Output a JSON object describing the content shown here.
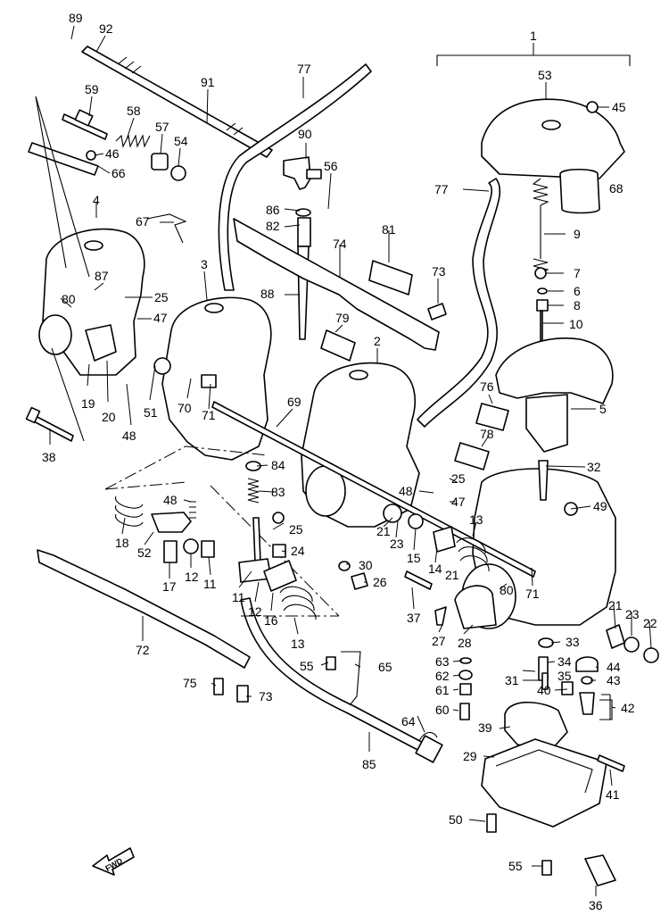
{
  "callouts": [
    {
      "id": "c89",
      "text": "89"
    },
    {
      "id": "c92",
      "text": "92"
    },
    {
      "id": "c77a",
      "text": "77"
    },
    {
      "id": "c91",
      "text": "91"
    },
    {
      "id": "c1",
      "text": "1"
    },
    {
      "id": "c53",
      "text": "53"
    },
    {
      "id": "c45a",
      "text": "45"
    },
    {
      "id": "c59",
      "text": "59"
    },
    {
      "id": "c58",
      "text": "58"
    },
    {
      "id": "c57",
      "text": "57"
    },
    {
      "id": "c54",
      "text": "54"
    },
    {
      "id": "c90",
      "text": "90"
    },
    {
      "id": "c46",
      "text": "46"
    },
    {
      "id": "c66",
      "text": "66"
    },
    {
      "id": "c56",
      "text": "56"
    },
    {
      "id": "c68",
      "text": "68"
    },
    {
      "id": "c4",
      "text": "4"
    },
    {
      "id": "c67",
      "text": "67"
    },
    {
      "id": "c86",
      "text": "86"
    },
    {
      "id": "c77b",
      "text": "77"
    },
    {
      "id": "c9",
      "text": "9"
    },
    {
      "id": "c82",
      "text": "82"
    },
    {
      "id": "c81",
      "text": "81"
    },
    {
      "id": "c74",
      "text": "74"
    },
    {
      "id": "c3",
      "text": "3"
    },
    {
      "id": "c87",
      "text": "87"
    },
    {
      "id": "c73a",
      "text": "73"
    },
    {
      "id": "c7",
      "text": "7"
    },
    {
      "id": "c25a",
      "text": "25"
    },
    {
      "id": "c80a",
      "text": "80"
    },
    {
      "id": "c88",
      "text": "88"
    },
    {
      "id": "c6",
      "text": "6"
    },
    {
      "id": "c47a",
      "text": "47"
    },
    {
      "id": "c8",
      "text": "8"
    },
    {
      "id": "c79",
      "text": "79"
    },
    {
      "id": "c10",
      "text": "10"
    },
    {
      "id": "c2",
      "text": "2"
    },
    {
      "id": "c19",
      "text": "19"
    },
    {
      "id": "c20",
      "text": "20"
    },
    {
      "id": "c51",
      "text": "51"
    },
    {
      "id": "c70",
      "text": "70"
    },
    {
      "id": "c71a",
      "text": "71"
    },
    {
      "id": "c76",
      "text": "76"
    },
    {
      "id": "c5",
      "text": "5"
    },
    {
      "id": "c48a",
      "text": "48"
    },
    {
      "id": "c69",
      "text": "69"
    },
    {
      "id": "c78",
      "text": "78"
    },
    {
      "id": "c38",
      "text": "38"
    },
    {
      "id": "c84",
      "text": "84"
    },
    {
      "id": "c32",
      "text": "32"
    },
    {
      "id": "c25b",
      "text": "25"
    },
    {
      "id": "c48b",
      "text": "48"
    },
    {
      "id": "c83",
      "text": "83"
    },
    {
      "id": "c48c",
      "text": "48"
    },
    {
      "id": "c47b",
      "text": "47"
    },
    {
      "id": "c49",
      "text": "49"
    },
    {
      "id": "c18",
      "text": "18"
    },
    {
      "id": "c52",
      "text": "52"
    },
    {
      "id": "c25c",
      "text": "25"
    },
    {
      "id": "c13a",
      "text": "13"
    },
    {
      "id": "c21a",
      "text": "21"
    },
    {
      "id": "c23a",
      "text": "23"
    },
    {
      "id": "c24",
      "text": "24"
    },
    {
      "id": "c15",
      "text": "15"
    },
    {
      "id": "c14",
      "text": "14"
    },
    {
      "id": "c21b",
      "text": "21"
    },
    {
      "id": "c30",
      "text": "30"
    },
    {
      "id": "c17",
      "text": "17"
    },
    {
      "id": "c12a",
      "text": "12"
    },
    {
      "id": "c11a",
      "text": "11"
    },
    {
      "id": "c26",
      "text": "26"
    },
    {
      "id": "c80b",
      "text": "80"
    },
    {
      "id": "c71b",
      "text": "71"
    },
    {
      "id": "c11b",
      "text": "11"
    },
    {
      "id": "c12b",
      "text": "12"
    },
    {
      "id": "c16",
      "text": "16"
    },
    {
      "id": "c37",
      "text": "37"
    },
    {
      "id": "c21c",
      "text": "21"
    },
    {
      "id": "c23b",
      "text": "23"
    },
    {
      "id": "c22",
      "text": "22"
    },
    {
      "id": "c72",
      "text": "72"
    },
    {
      "id": "c13b",
      "text": "13"
    },
    {
      "id": "c27",
      "text": "27"
    },
    {
      "id": "c28",
      "text": "28"
    },
    {
      "id": "c33",
      "text": "33"
    },
    {
      "id": "c63",
      "text": "63"
    },
    {
      "id": "c55a",
      "text": "55"
    },
    {
      "id": "c65",
      "text": "65"
    },
    {
      "id": "c62",
      "text": "62"
    },
    {
      "id": "c34",
      "text": "34"
    },
    {
      "id": "c35",
      "text": "35"
    },
    {
      "id": "c44",
      "text": "44"
    },
    {
      "id": "c75",
      "text": "75"
    },
    {
      "id": "c73b",
      "text": "73"
    },
    {
      "id": "c61",
      "text": "61"
    },
    {
      "id": "c31",
      "text": "31"
    },
    {
      "id": "c40",
      "text": "40"
    },
    {
      "id": "c43",
      "text": "43"
    },
    {
      "id": "c60",
      "text": "60"
    },
    {
      "id": "c42",
      "text": "42"
    },
    {
      "id": "c64",
      "text": "64"
    },
    {
      "id": "c39",
      "text": "39"
    },
    {
      "id": "c85",
      "text": "85"
    },
    {
      "id": "c29",
      "text": "29"
    },
    {
      "id": "c41",
      "text": "41"
    },
    {
      "id": "c50",
      "text": "50"
    },
    {
      "id": "c55b",
      "text": "55"
    },
    {
      "id": "c36",
      "text": "36"
    }
  ],
  "fwd_label": "FWD"
}
